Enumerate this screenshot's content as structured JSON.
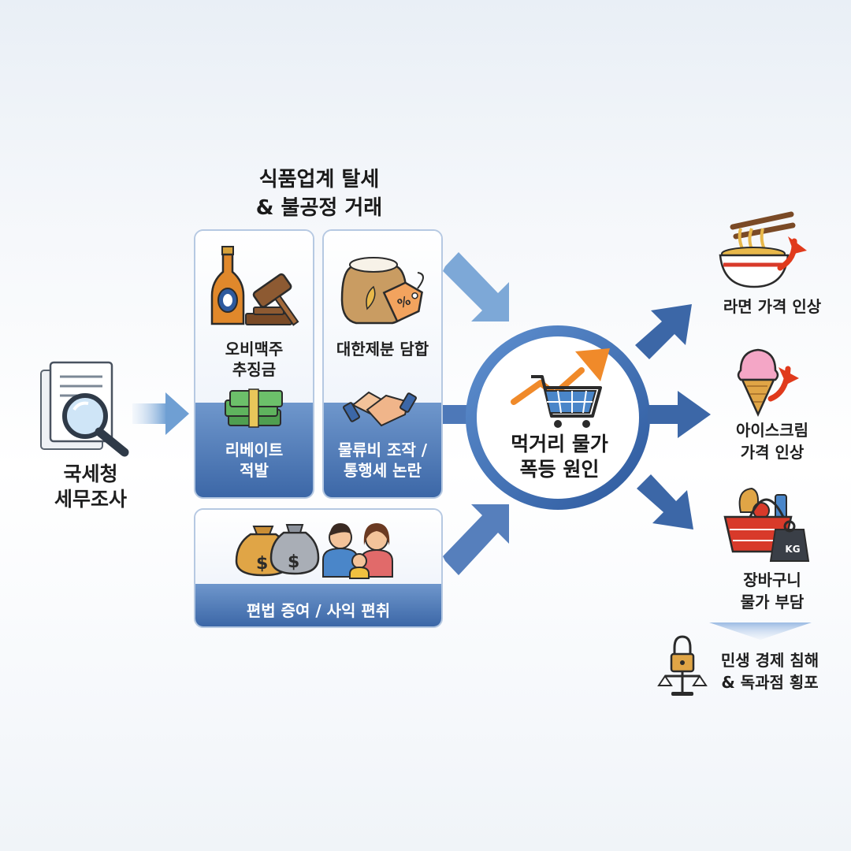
{
  "header": {
    "line1": "식품업계 탈세",
    "line2": "& 불공정 거래"
  },
  "source": {
    "line1": "국세청",
    "line2": "세무조사"
  },
  "cards": {
    "beer": {
      "line1": "오비맥주",
      "line2": "추징금"
    },
    "flour": {
      "line1": "대한제분 담합"
    },
    "rebate": {
      "line1": "리베이트",
      "line2": "적발"
    },
    "logistics": {
      "line1": "물류비 조작 /",
      "line2": "통행세 논란"
    },
    "gift": {
      "line1": "편법 증여 / 사익 편취"
    }
  },
  "center": {
    "line1": "먹거리 물가",
    "line2": "폭등 원인"
  },
  "outcomes": {
    "ramen": {
      "line1": "라면 가격 인상"
    },
    "icecream": {
      "line1": "아이스크림",
      "line2": "가격 인상"
    },
    "basket": {
      "line1": "장바구니",
      "line2": "물가 부담",
      "weight_tag": "KG"
    }
  },
  "conclusion": {
    "line1": "민생 경제 침해",
    "line2": "& 독과점 횡포"
  },
  "icons": {
    "document": "document-magnifier-icon",
    "beer": "beer-bottle-icon",
    "gavel": "gavel-icon",
    "flour": "flour-sack-icon",
    "tag": "percent-tag-icon",
    "money": "cash-stack-icon",
    "handshake": "handshake-icon",
    "moneybags": "money-bags-icon",
    "family": "family-icon",
    "cart": "shopping-cart-icon",
    "ramen": "ramen-bowl-icon",
    "icecream": "ice-cream-icon",
    "basket": "grocery-basket-icon",
    "lock": "padlock-icon",
    "scale": "balance-scale-icon"
  },
  "colors": {
    "accent_blue": "#3c67a7",
    "light_blue": "#6f97cc",
    "arrow_red": "#e03a1c",
    "trend_orange": "#f08a2a"
  }
}
